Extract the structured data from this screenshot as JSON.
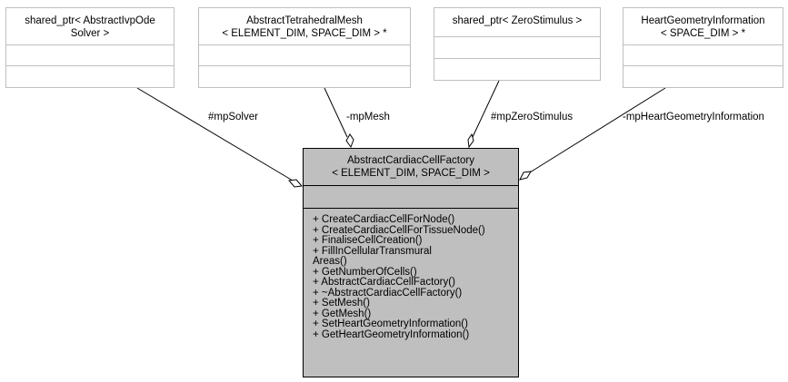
{
  "boxes": {
    "solver": {
      "title_l1": "shared_ptr< AbstractIvpOde",
      "title_l2": "Solver >"
    },
    "mesh": {
      "title_l1": "AbstractTetrahedralMesh",
      "title_l2": "< ELEMENT_DIM, SPACE_DIM > *"
    },
    "stimulus": {
      "title_l1": "shared_ptr< ZeroStimulus >"
    },
    "geometry": {
      "title_l1": "HeartGeometryInformation",
      "title_l2": "< SPACE_DIM > *"
    }
  },
  "main": {
    "title_l1": "AbstractCardiacCellFactory",
    "title_l2": "< ELEMENT_DIM, SPACE_DIM >",
    "methods": [
      "+ CreateCardiacCellForNode()",
      "+ CreateCardiacCellForTissueNode()",
      "+ FinaliseCellCreation()",
      "+ FillInCellularTransmural",
      "Areas()",
      "+ GetNumberOfCells()",
      "+ AbstractCardiacCellFactory()",
      "+ ~AbstractCardiacCellFactory()",
      "+ SetMesh()",
      "+ GetMesh()",
      "+ SetHeartGeometryInformation()",
      "+ GetHeartGeometryInformation()"
    ]
  },
  "edges": {
    "solver": "#mpSolver",
    "mesh": "-mpMesh",
    "stimulus": "#mpZeroStimulus",
    "geometry": "-mpHeartGeometryInformation"
  }
}
